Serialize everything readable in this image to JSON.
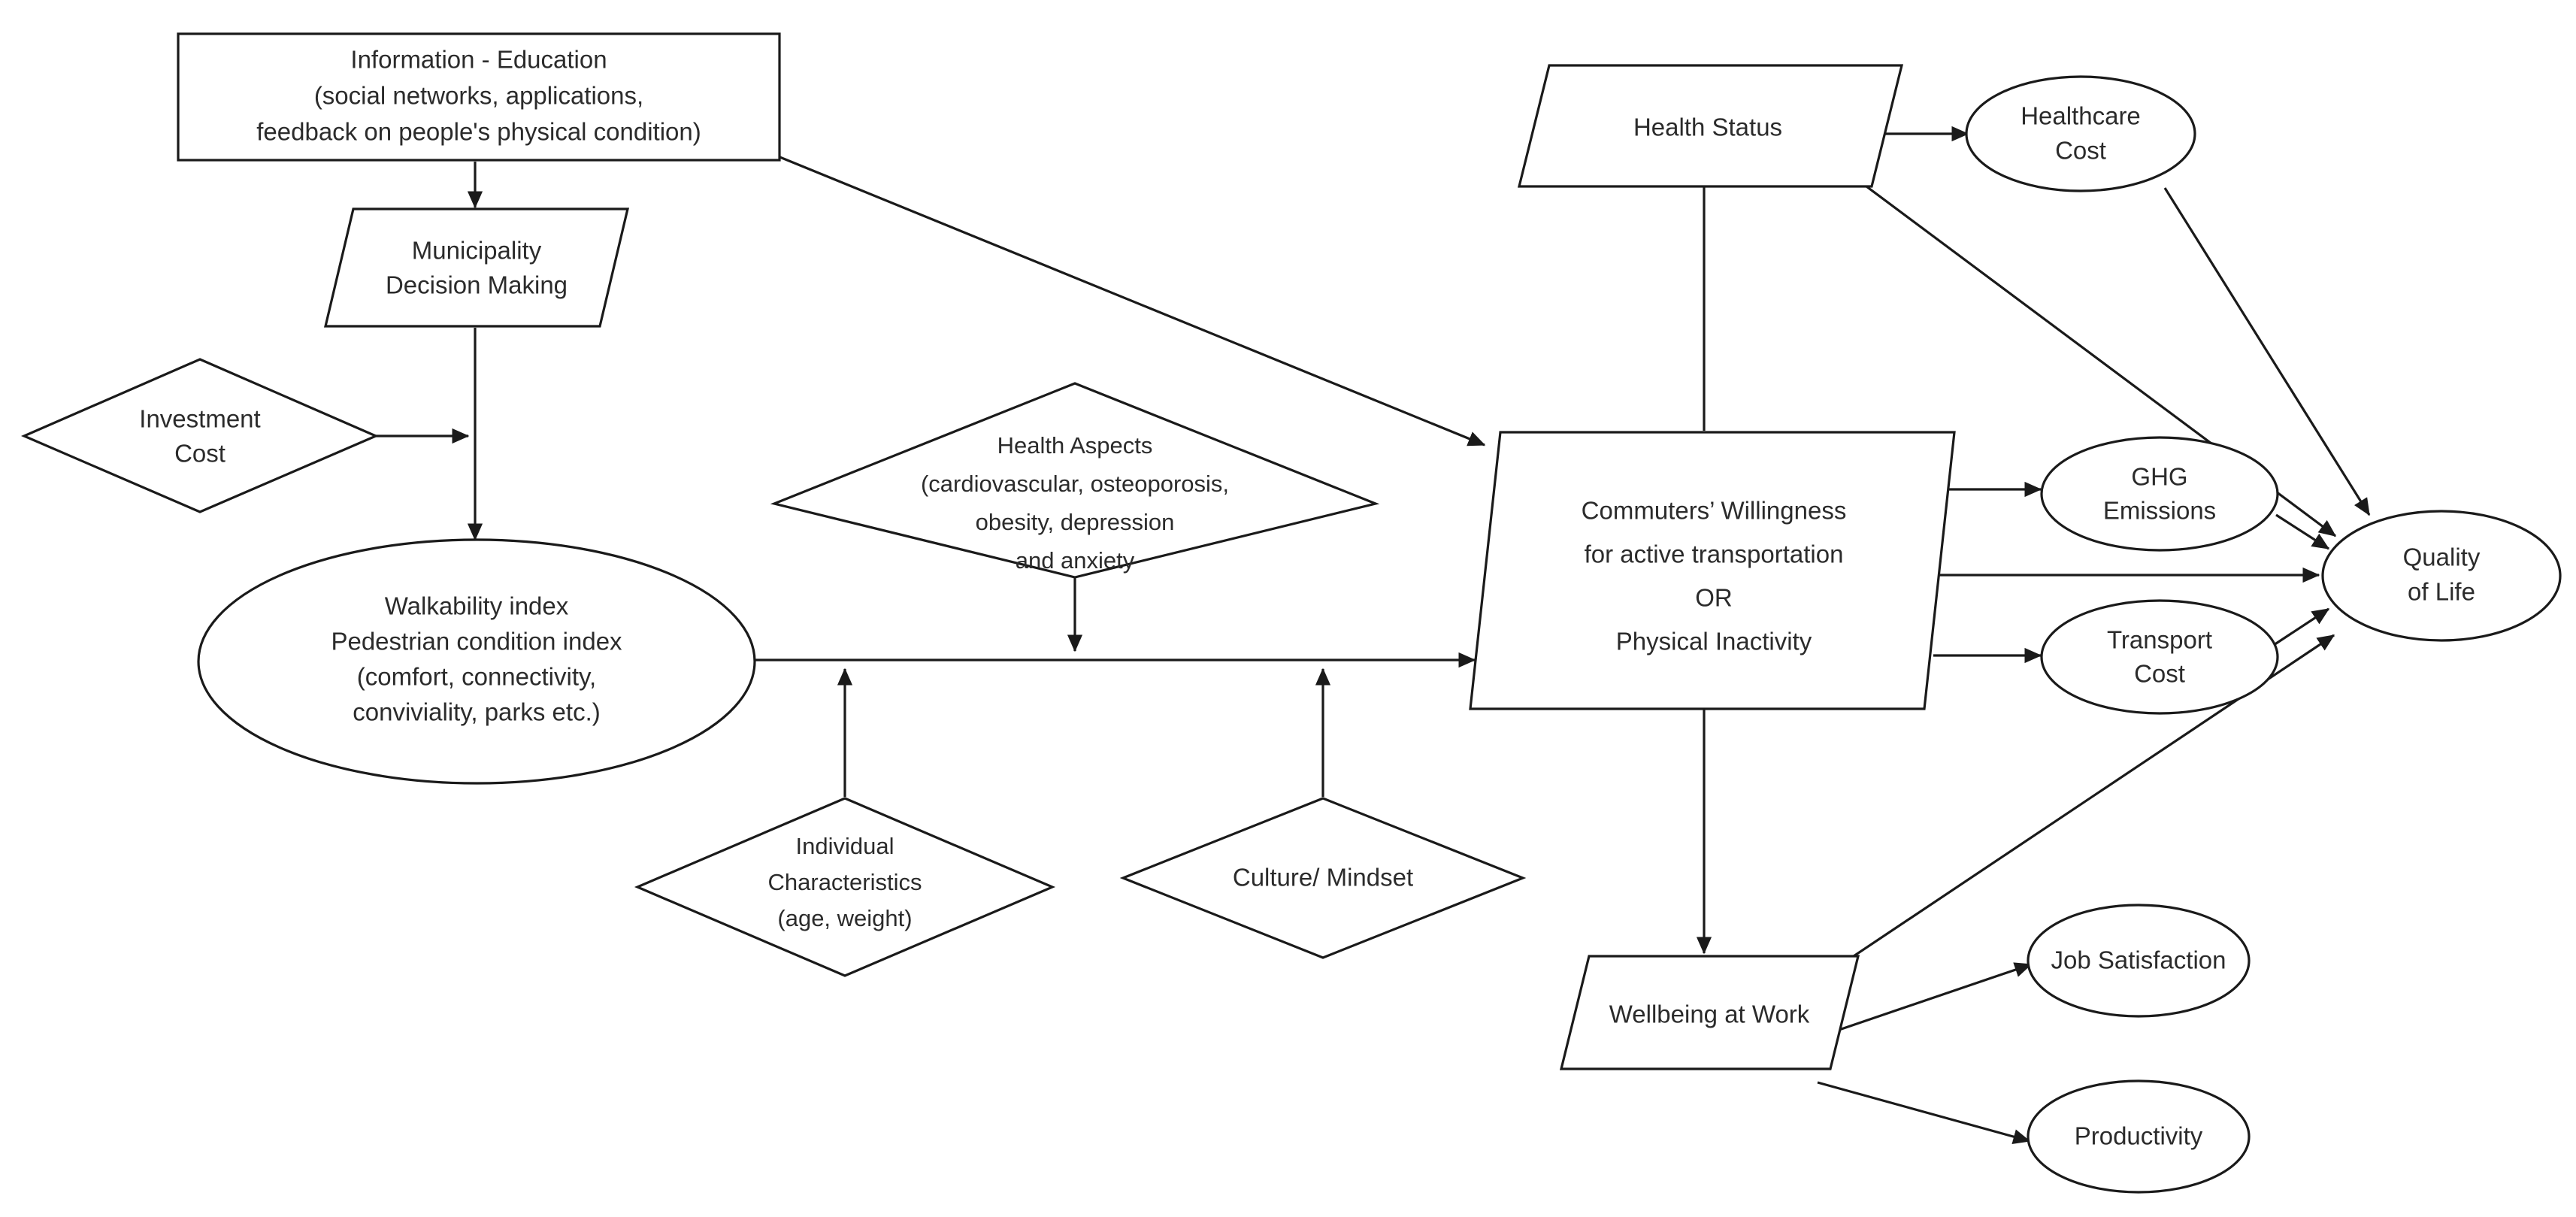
{
  "diagram": {
    "title": "Active transportation and quality of life conceptual flow diagram",
    "background_color": "#ffffff",
    "line_color": "#1a1a1a",
    "text_color": "#2b2b2b",
    "nodes": [
      {
        "id": "information-education",
        "shape": "rectangle",
        "lines": [
          "Information - Education",
          "(social networks, applications,",
          "feedback on people's physical condition)"
        ]
      },
      {
        "id": "municipality-decision-making",
        "shape": "parallelogram",
        "lines": [
          "Municipality",
          "Decision Making"
        ]
      },
      {
        "id": "investment-cost",
        "shape": "diamond",
        "lines": [
          "Investment",
          "Cost"
        ]
      },
      {
        "id": "walkability-index",
        "shape": "ellipse",
        "lines": [
          "Walkability index",
          "Pedestrian condition index",
          "(comfort, connectivity,",
          "conviviality, parks etc.)"
        ]
      },
      {
        "id": "health-aspects",
        "shape": "diamond",
        "lines": [
          "Health Aspects",
          "(cardiovascular, osteoporosis,",
          "obesity, depression",
          "and anxiety"
        ]
      },
      {
        "id": "individual-characteristics",
        "shape": "diamond",
        "lines": [
          "Individual",
          "Characteristics",
          "(age, weight)"
        ]
      },
      {
        "id": "culture-mindset",
        "shape": "diamond",
        "lines": [
          "Culture/ Mindset"
        ]
      },
      {
        "id": "health-status",
        "shape": "parallelogram",
        "lines": [
          "Health Status"
        ]
      },
      {
        "id": "commuters-willingness",
        "shape": "parallelogram",
        "lines": [
          "Commuters’ Willingness",
          "for active transportation",
          "OR",
          "Physical Inactivity"
        ]
      },
      {
        "id": "wellbeing-at-work",
        "shape": "parallelogram",
        "lines": [
          "Wellbeing at Work"
        ]
      },
      {
        "id": "healthcare-cost",
        "shape": "ellipse",
        "lines": [
          "Healthcare",
          "Cost"
        ]
      },
      {
        "id": "ghg-emissions",
        "shape": "ellipse",
        "lines": [
          "GHG",
          "Emissions"
        ]
      },
      {
        "id": "transport-cost",
        "shape": "ellipse",
        "lines": [
          "Transport",
          "Cost"
        ]
      },
      {
        "id": "quality-of-life",
        "shape": "ellipse",
        "lines": [
          "Quality",
          "of Life"
        ]
      },
      {
        "id": "job-satisfaction",
        "shape": "ellipse",
        "lines": [
          "Job Satisfaction"
        ]
      },
      {
        "id": "productivity",
        "shape": "ellipse",
        "lines": [
          "Productivity"
        ]
      }
    ],
    "edges": [
      {
        "from": "information-education",
        "to": "municipality-decision-making"
      },
      {
        "from": "information-education",
        "to": "commuters-willingness"
      },
      {
        "from": "municipality-decision-making",
        "to": "walkability-index"
      },
      {
        "from": "investment-cost",
        "to": "municipality-decision-making"
      },
      {
        "from": "walkability-index",
        "to": "commuters-willingness"
      },
      {
        "from": "health-aspects",
        "to": "commuters-willingness"
      },
      {
        "from": "individual-characteristics",
        "to": "commuters-willingness"
      },
      {
        "from": "culture-mindset",
        "to": "commuters-willingness"
      },
      {
        "from": "commuters-willingness",
        "to": "health-status"
      },
      {
        "from": "commuters-willingness",
        "to": "ghg-emissions"
      },
      {
        "from": "commuters-willingness",
        "to": "quality-of-life"
      },
      {
        "from": "commuters-willingness",
        "to": "transport-cost"
      },
      {
        "from": "commuters-willingness",
        "to": "wellbeing-at-work"
      },
      {
        "from": "health-status",
        "to": "healthcare-cost"
      },
      {
        "from": "health-status",
        "to": "quality-of-life"
      },
      {
        "from": "healthcare-cost",
        "to": "quality-of-life"
      },
      {
        "from": "ghg-emissions",
        "to": "quality-of-life"
      },
      {
        "from": "transport-cost",
        "to": "quality-of-life"
      },
      {
        "from": "wellbeing-at-work",
        "to": "quality-of-life"
      },
      {
        "from": "wellbeing-at-work",
        "to": "job-satisfaction"
      },
      {
        "from": "wellbeing-at-work",
        "to": "productivity"
      }
    ]
  }
}
